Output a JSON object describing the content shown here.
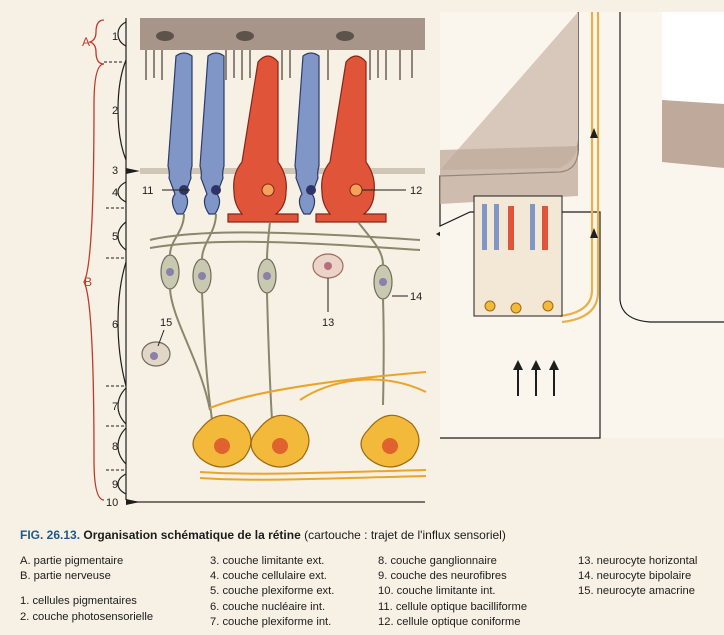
{
  "section_labels": {
    "A": "A",
    "B": "B"
  },
  "layer_numbers": [
    "1",
    "2",
    "3",
    "4",
    "5",
    "6",
    "7",
    "8",
    "9",
    "10"
  ],
  "cell_callouts": [
    "11",
    "12",
    "13",
    "14",
    "15"
  ],
  "caption": {
    "fig_number": "FIG. 26.13.",
    "title": "Organisation schématique de la rétine",
    "subtitle": "(cartouche : trajet de l'influx sensoriel)"
  },
  "legend": {
    "col1_top": [
      "A. partie pigmentaire",
      "B. partie nerveuse"
    ],
    "col1_bottom": [
      "1. cellules pigmentaires",
      "2. couche photosensorielle"
    ],
    "col2": [
      "3. couche limitante ext.",
      "4. couche cellulaire ext.",
      "5. couche plexiforme ext.",
      "6. couche nucléaire int.",
      "7. couche plexiforme int."
    ],
    "col3": [
      "8. couche ganglionnaire",
      "9. couche des neurofibres",
      "10. couche limitante int.",
      "11. cellule optique bacilliforme",
      "12. cellule optique coniforme"
    ],
    "col4": [
      "13. neurocyte horizontal",
      "14. neurocyte bipolaire",
      "15. neurocyte amacrine"
    ]
  },
  "colors": {
    "rod": "#7f96c6",
    "cone": "#e0553a",
    "ganglion": "#f2b93b",
    "neuron": "#c9c8b0",
    "pigment": "#a8958a",
    "background": "#f7f0e4",
    "caption_accent": "#1d5a8c"
  }
}
